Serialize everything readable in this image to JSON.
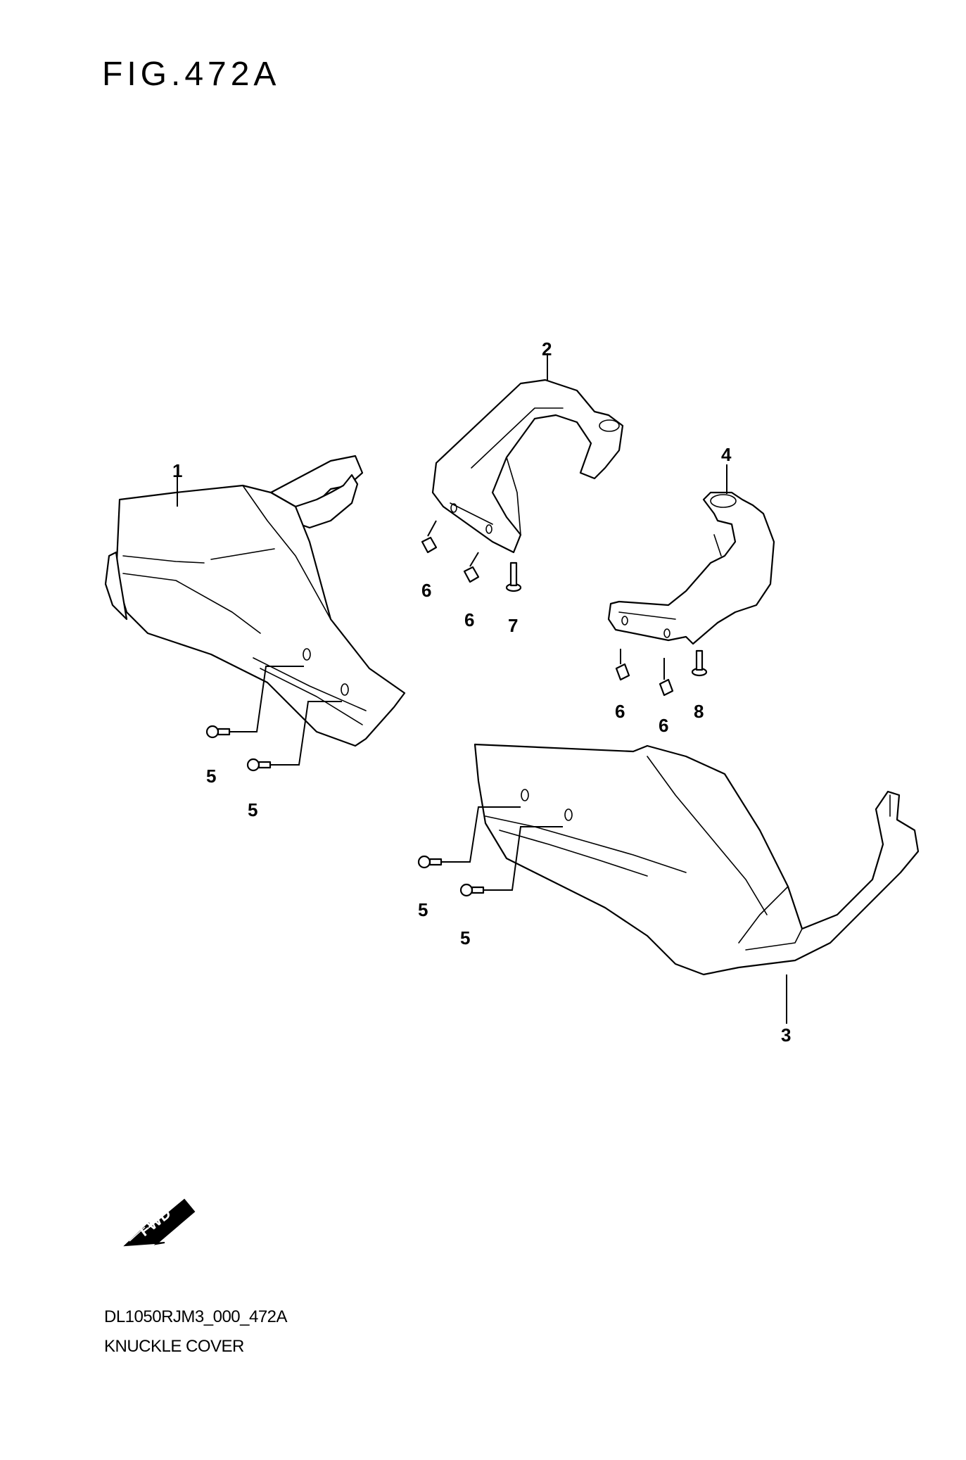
{
  "figure": {
    "title": "FIG.472A",
    "code": "DL1050RJM3_000_472A",
    "description": "KNUCKLE COVER"
  },
  "callouts": [
    "1",
    "2",
    "3",
    "4",
    "5",
    "5",
    "5",
    "5",
    "6",
    "6",
    "6",
    "6",
    "7",
    "8"
  ],
  "fwd_label": "FWD"
}
